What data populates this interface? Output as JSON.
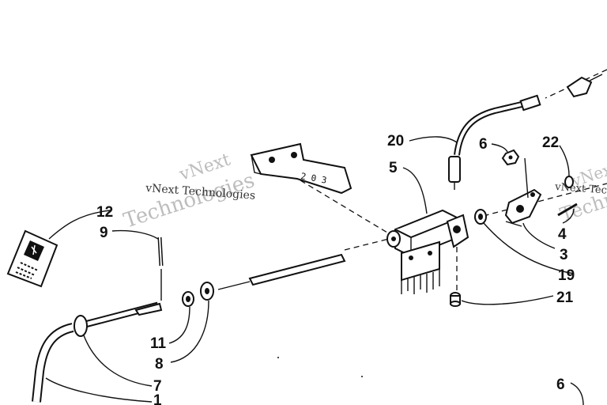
{
  "watermark": {
    "line1": "vNext",
    "line2": "Technologies",
    "caption": "vNext Technologies"
  },
  "callouts": {
    "c1": "1",
    "c3": "3",
    "c4": "4",
    "c5": "5",
    "c6a": "6",
    "c6b": "6",
    "c7": "7",
    "c8": "8",
    "c9": "9",
    "c11": "11",
    "c12": "12",
    "c19": "19",
    "c20": "20",
    "c21": "21",
    "c22": "22"
  },
  "bracket_stamp": "2 0 3",
  "colors": {
    "ink": "#111111",
    "watermark": "#bdbdbd",
    "background": "#ffffff"
  }
}
